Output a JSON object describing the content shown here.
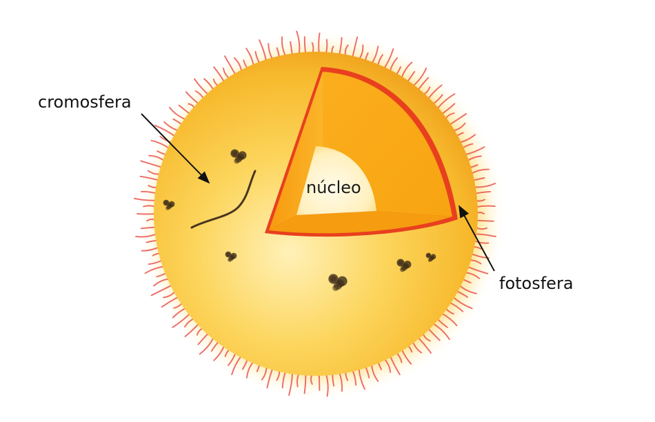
{
  "diagram": {
    "labels": {
      "chromosphere": "cromosfera",
      "photosphere": "fotosfera",
      "core": "núcleo"
    },
    "colors": {
      "sun_surface": "#F9C63A",
      "sun_highlight": "#FFF1B8",
      "cutaway_interior": "#F7A614",
      "cutaway_edge": "#E8401E",
      "core": "#FFF4C8",
      "flare": "#E8423A",
      "sunspot": "#3A2A18",
      "arrow": "#111111"
    },
    "icons": [
      "sun-sphere",
      "sunspot",
      "solar-flare",
      "pointer-arrow"
    ]
  }
}
